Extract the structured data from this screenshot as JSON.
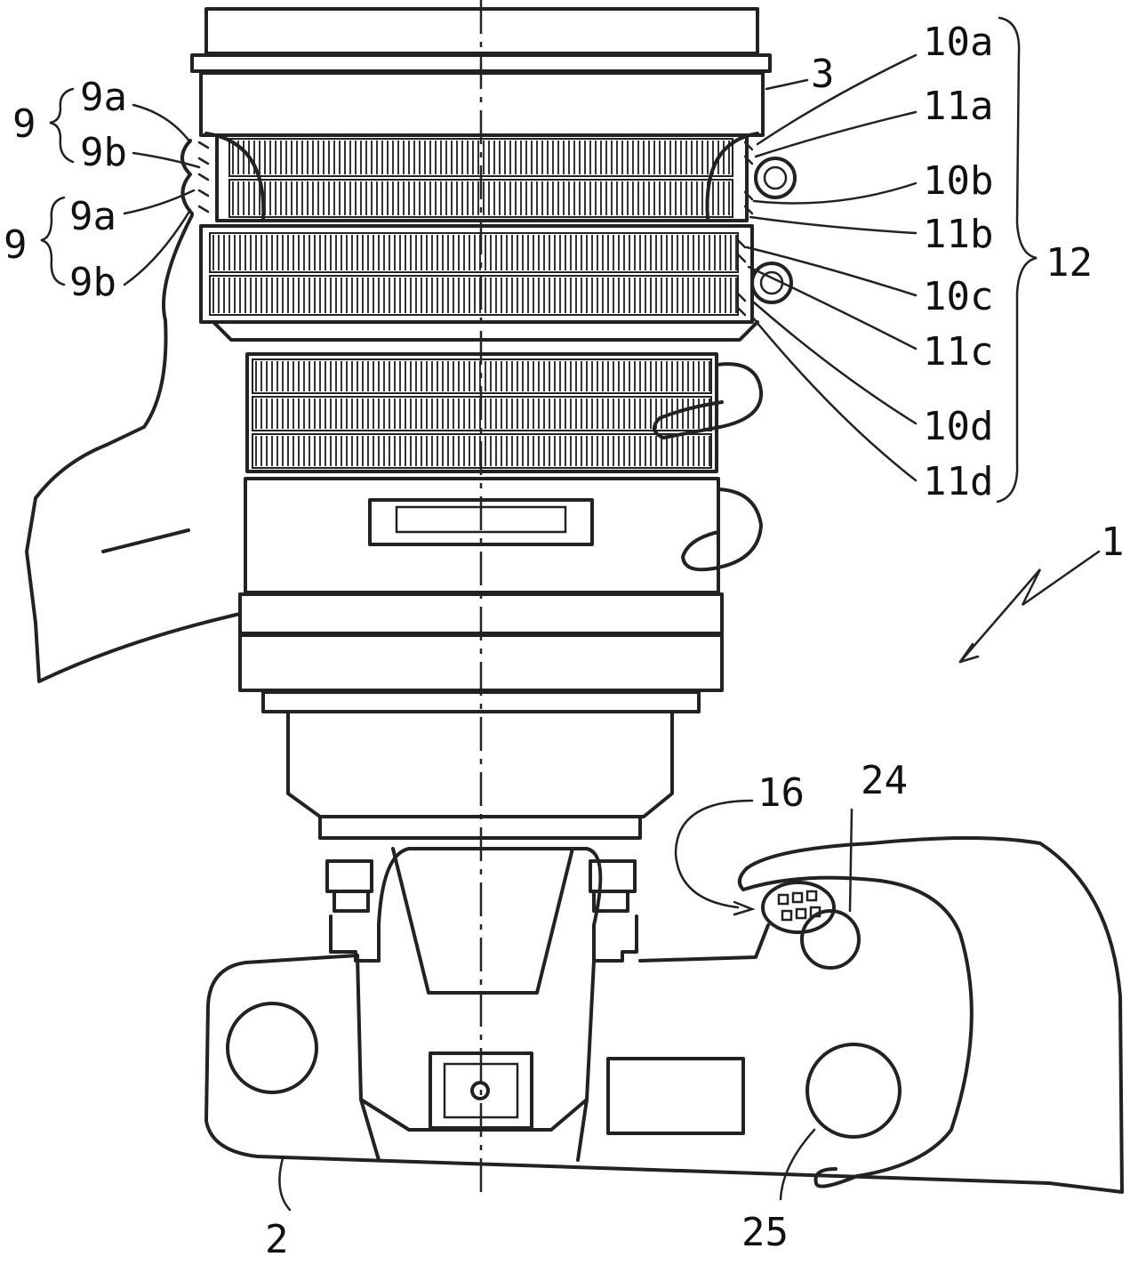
{
  "diagram": {
    "colors": {
      "line": "#222222",
      "background": "#ffffff"
    },
    "labels": [
      {
        "id": "n1",
        "text": "1"
      },
      {
        "id": "n2",
        "text": "2"
      },
      {
        "id": "n3",
        "text": "3"
      },
      {
        "id": "n9-top",
        "text": "9"
      },
      {
        "id": "n9a-top",
        "text": "9a"
      },
      {
        "id": "n9b-top",
        "text": "9b"
      },
      {
        "id": "n9-bottom",
        "text": "9"
      },
      {
        "id": "n9a-bottom",
        "text": "9a"
      },
      {
        "id": "n9b-bottom",
        "text": "9b"
      },
      {
        "id": "n10a",
        "text": "10a"
      },
      {
        "id": "n11a",
        "text": "11a"
      },
      {
        "id": "n10b",
        "text": "10b"
      },
      {
        "id": "n11b",
        "text": "11b"
      },
      {
        "id": "n10c",
        "text": "10c"
      },
      {
        "id": "n11c",
        "text": "11c"
      },
      {
        "id": "n10d",
        "text": "10d"
      },
      {
        "id": "n11d",
        "text": "11d"
      },
      {
        "id": "n12",
        "text": "12"
      },
      {
        "id": "n16",
        "text": "16"
      },
      {
        "id": "n24",
        "text": "24"
      },
      {
        "id": "n25",
        "text": "25"
      }
    ]
  }
}
